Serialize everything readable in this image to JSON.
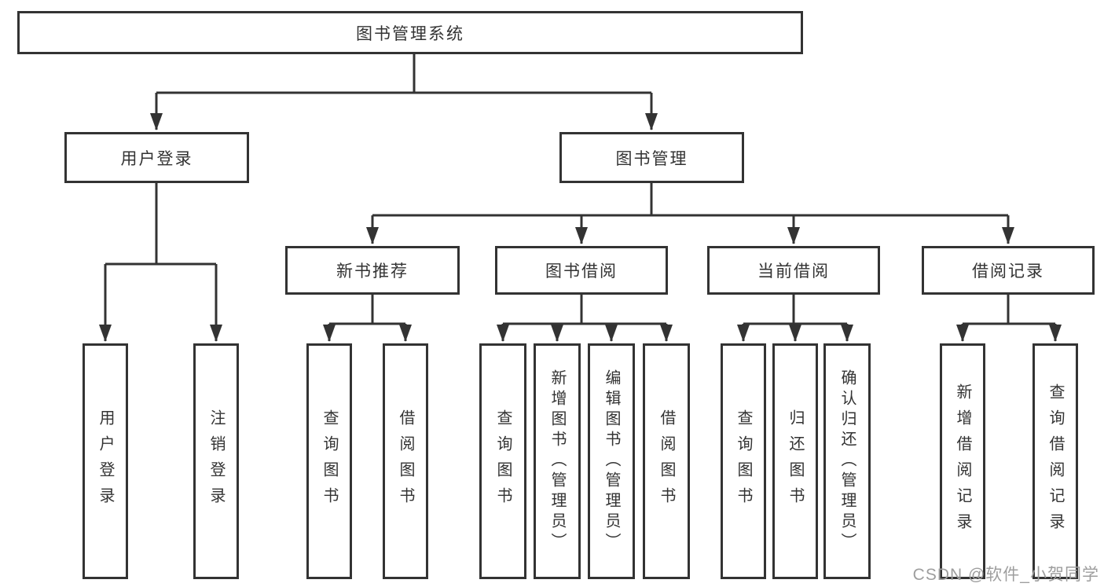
{
  "colors": {
    "line": "#333333",
    "text": "#333333",
    "watermark": "#9e9e9e",
    "bg": "#ffffff"
  },
  "watermark": "CSDN @软件_小贺同学",
  "nodes": {
    "root": {
      "label": "图书管理系统"
    },
    "user_login": {
      "label": "用户登录",
      "children": [
        "用户登录",
        "注销登录"
      ]
    },
    "book_mgmt": {
      "label": "图书管理"
    },
    "new_book": {
      "label": "新书推荐",
      "children": [
        "查询图书",
        "借阅图书"
      ]
    },
    "book_borrow": {
      "label": "图书借阅",
      "children": [
        "查询图书",
        "新增图书（管理员）",
        "编辑图书（管理员）",
        "借阅图书"
      ]
    },
    "current_borrow": {
      "label": "当前借阅",
      "children": [
        "查询图书",
        "归还图书",
        "确认归还（管理员）"
      ]
    },
    "borrow_record": {
      "label": "借阅记录",
      "children": [
        "新增借阅记录",
        "查询借阅记录"
      ]
    }
  }
}
